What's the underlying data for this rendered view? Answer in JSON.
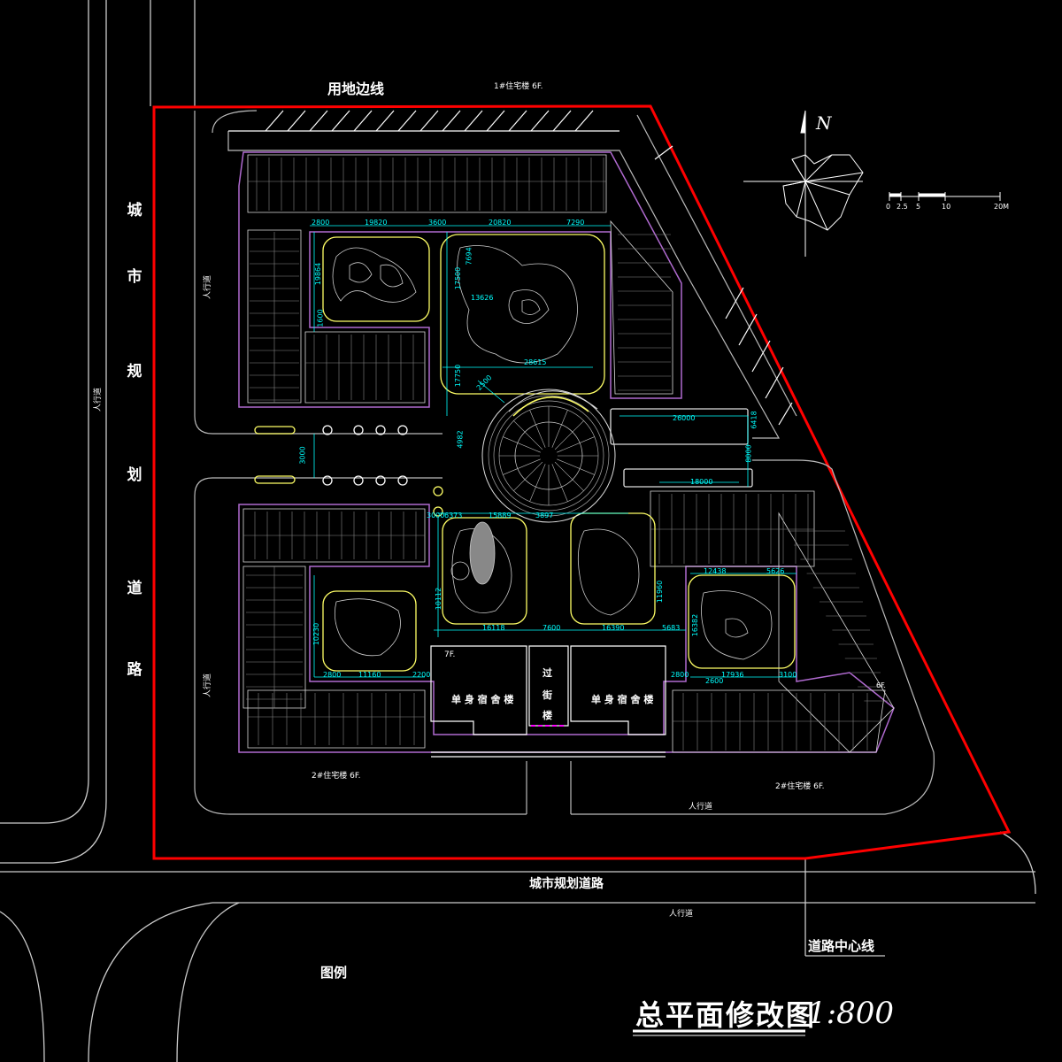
{
  "labels": {
    "site_boundary": "用地边线",
    "top_building": "1#住宅楼 6F.",
    "road_vertical": [
      "城",
      "市",
      "规",
      "划",
      "道",
      "路"
    ],
    "road_bottom": "城市规划道路",
    "sidewalk": "人行道",
    "road_centerline": "道路中心线",
    "legend": "图例",
    "title": "总平面修改图",
    "scale": "1:800",
    "north": "N",
    "bldg_2_left": "2#住宅楼 6F.",
    "bldg_2_right": "2#住宅楼 6F.",
    "dorm_left": "单 身 宿 舍 楼",
    "dorm_right": "单 身 宿 舍 楼",
    "passage": [
      "过",
      "街",
      "楼"
    ],
    "floor_7f": "7F.",
    "floor_6f": "6F."
  },
  "scale_bar": [
    "0",
    "2.5",
    "5",
    "10",
    "20M"
  ],
  "dimensions": {
    "d1": "2800",
    "d2": "19820",
    "d3": "3600",
    "d4": "20820",
    "d5": "7290",
    "d6": "19864",
    "d7": "17500",
    "d8": "7694",
    "d9": "13626",
    "d10": "28615",
    "d11": "17750",
    "d12": "26000",
    "d13": "3000",
    "d14": "8000",
    "d15": "18000",
    "d16": "12438",
    "d17": "5626",
    "d18": "16382",
    "d19": "10112",
    "d20": "16118",
    "d21": "7600",
    "d22": "16390",
    "d23": "5683",
    "d24": "11960",
    "d25": "10230",
    "d26": "11160",
    "d27": "2200",
    "d28": "17936",
    "d29": "3100",
    "d30": "2800",
    "d31": "2800",
    "d32": "15889",
    "d33": "6373",
    "d34": "3000",
    "d35": "3897",
    "d36": "2600",
    "d37": "1600",
    "d38": "6418",
    "d39": "4982",
    "d40": "2500"
  },
  "colors": {
    "boundary": "#ff0000",
    "building": "#ffffff",
    "inner": "#b06ad0",
    "landscape": "#ffff66",
    "dimension": "#00ffff",
    "road": "#ffffff"
  }
}
